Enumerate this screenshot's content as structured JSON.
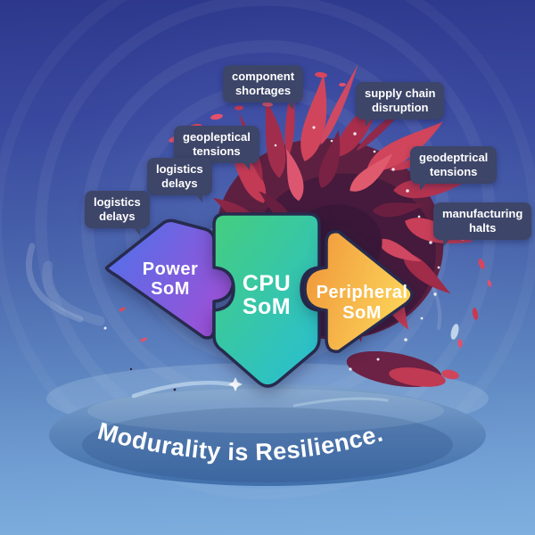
{
  "title": {
    "text": "Modurality is Resilience."
  },
  "arrows": {
    "power": {
      "line1": "Power",
      "line2": "SoM"
    },
    "cpu": {
      "line1": "CPU",
      "line2": "SoM"
    },
    "peripheral": {
      "line1": "Peripheral",
      "line2": "SoM"
    }
  },
  "bubbles": [
    {
      "id": "component-shortages",
      "line1": "component",
      "line2": "shortages"
    },
    {
      "id": "supply-chain-disruption",
      "line1": "supply chain",
      "line2": "disruption"
    },
    {
      "id": "geopleptical-tensions",
      "line1": "geopleptical",
      "line2": "tensions"
    },
    {
      "id": "logistics-delays-upper",
      "line1": "logistics",
      "line2": "delays"
    },
    {
      "id": "logistics-delays-lower",
      "line1": "logistics",
      "line2": "delays"
    },
    {
      "id": "geodeptrical-tensions",
      "line1": "geodeptrical",
      "line2": "tensions"
    },
    {
      "id": "manufacturing-halts",
      "line1": "manufacturing",
      "line2": "halts"
    }
  ],
  "colors": {
    "background_top": "#2d388c",
    "background_bottom": "#7fafdf",
    "bubble_bg": "#3d4568",
    "outline": "#272b4e",
    "power_start": "#4b73ea",
    "power_end": "#9a52d8",
    "cpu_start": "#45ce7e",
    "cpu_end": "#2abfcd",
    "peripheral_start": "#f09438",
    "peripheral_end": "#fbd158",
    "storm_red": "#d0455c",
    "storm_dark": "#5e2040",
    "platform_top": "#7ea2cb",
    "platform_bottom": "#416fab",
    "text": "#ffffff"
  }
}
